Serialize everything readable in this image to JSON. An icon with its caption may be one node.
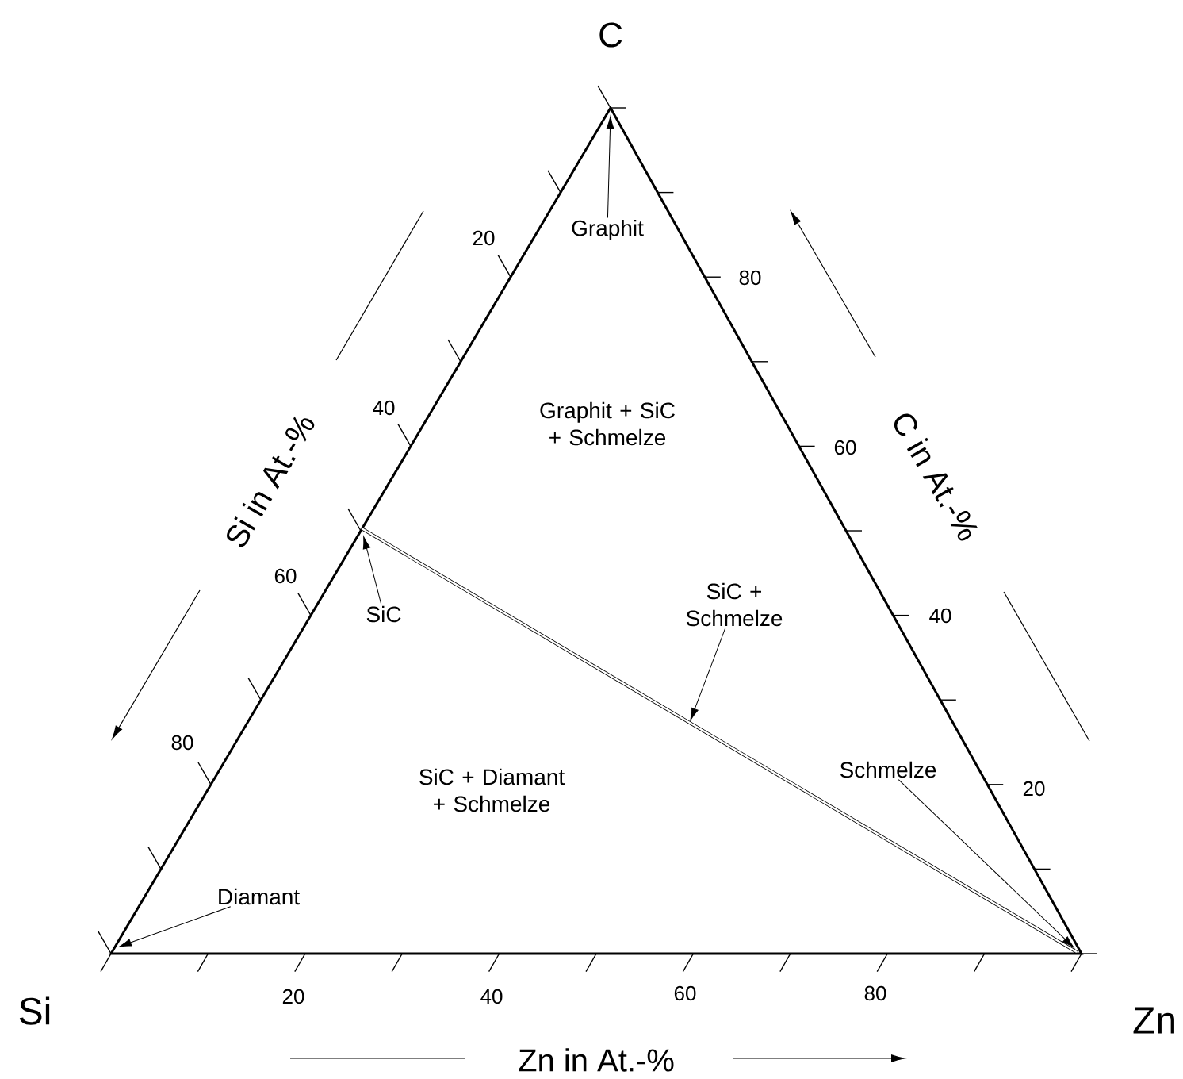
{
  "diagram": {
    "nodes": [
      {
        "text": [
          "Graphit"
        ]
      },
      {
        "text": [
          "SiC"
        ]
      },
      {
        "text": [
          "SiC + Schmelze"
        ]
      },
      {
        "text": [
          "Schmelze"
        ]
      },
      {
        "text": [
          "Diamant"
        ]
      }
    ],
    "edges": [
      {
        "from": 0,
        "to": null,
        "arrow": "to"
      },
      {
        "from": 1,
        "to": null,
        "arrow": "to"
      },
      {
        "from": 2,
        "to": null,
        "arrow": "to"
      },
      {
        "from": 3,
        "to": null,
        "arrow": "to"
      },
      {
        "from": 4,
        "to": null,
        "arrow": "to"
      }
    ],
    "labels": [
      "C",
      "20",
      "80",
      "Si in At.-%",
      "40",
      "Graphit + SiC + Schmelze",
      "60",
      "C in At.-%",
      "60",
      "40",
      "80",
      "SiC + Diamant + Schmelze",
      "20",
      "Si",
      "20",
      "40",
      "60",
      "80",
      "Zn",
      "Zn in At.-%"
    ]
  }
}
